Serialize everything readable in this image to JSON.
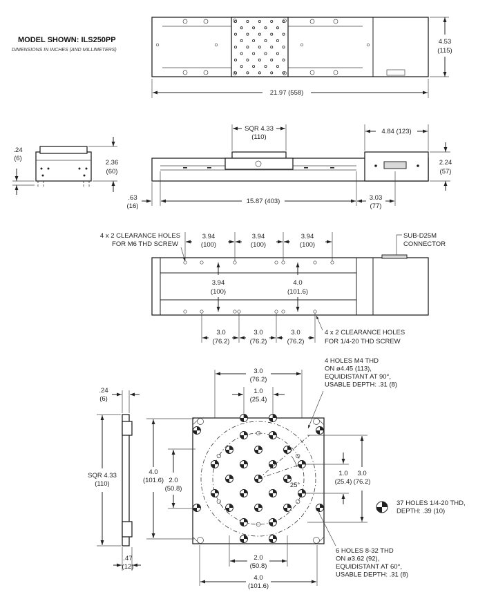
{
  "header": {
    "model_shown": "MODEL SHOWN: ILS250PP",
    "dims_note": "DIMENSIONS IN INCHES (AND MILLIMETERS)"
  },
  "top_view": {
    "height_in": "4.53",
    "height_mm": "(115)",
    "length": "21.97 (558)"
  },
  "end_view": {
    "offset_in": ".24",
    "offset_mm": "(6)",
    "height_in": "2.36",
    "height_mm": "(60)"
  },
  "side_view": {
    "sqr_in": "SQR 4.33",
    "sqr_mm": "(110)",
    "motor_len": "4.84 (123)",
    "height_in": "2.24",
    "height_mm": "(57)",
    "left_in": ".63",
    "left_mm": "(16)",
    "travel": "15.87 (403)",
    "right_in": "3.03",
    "right_mm": "(77)"
  },
  "bottom_view": {
    "m6_label_1": "4 x 2 CLEARANCE HOLES",
    "m6_label_2": "FOR M6 THD SCREW",
    "pitch_in": "3.94",
    "pitch_mm": "(100)",
    "connector_1": "SUB-D25M",
    "connector_2": "CONNECTOR",
    "vert_left_in": "3.94",
    "vert_left_mm": "(100)",
    "vert_right_in": "4.0",
    "vert_right_mm": "(101.6)",
    "pitch2_in": "3.0",
    "pitch2_mm": "(76.2)",
    "imp_label_1": "4 x 2 CLEARANCE HOLES",
    "imp_label_2": "FOR 1/4-20 THD SCREW"
  },
  "carriage": {
    "thick_in": ".24",
    "thick_mm": "(6)",
    "sqr_in": "SQR 4.33",
    "sqr_mm": "(110)",
    "base_in": ".47",
    "base_mm": "(12)",
    "top_3_in": "3.0",
    "top_3_mm": "(76.2)",
    "top_1_in": "1.0",
    "top_1_mm": "(25.4)",
    "left_4_in": "4.0",
    "left_4_mm": "(101.6)",
    "left_2_in": "2.0",
    "left_2_mm": "(50.8)",
    "right_1_in": "1.0",
    "right_1_mm": "(25.4)",
    "right_3_in": "3.0",
    "right_3_mm": "(76.2)",
    "angle": "25°",
    "bot_2_in": "2.0",
    "bot_2_mm": "(50.8)",
    "bot_4_in": "4.0",
    "bot_4_mm": "(101.6)",
    "m4_note": [
      "4 HOLES M4 THD",
      "ON ø4.45 (113),",
      "EQUIDISTANT AT 90°,",
      "USABLE DEPTH: .31 (8)"
    ],
    "holes_note": [
      "37 HOLES 1/4-20 THD,",
      "DEPTH: .39 (10)"
    ],
    "holes832_note": [
      "6 HOLES 8-32 THD",
      "ON ø3.62 (92),",
      "EQUIDISTANT AT 60°,",
      "USABLE DEPTH: .31 (8)"
    ]
  }
}
